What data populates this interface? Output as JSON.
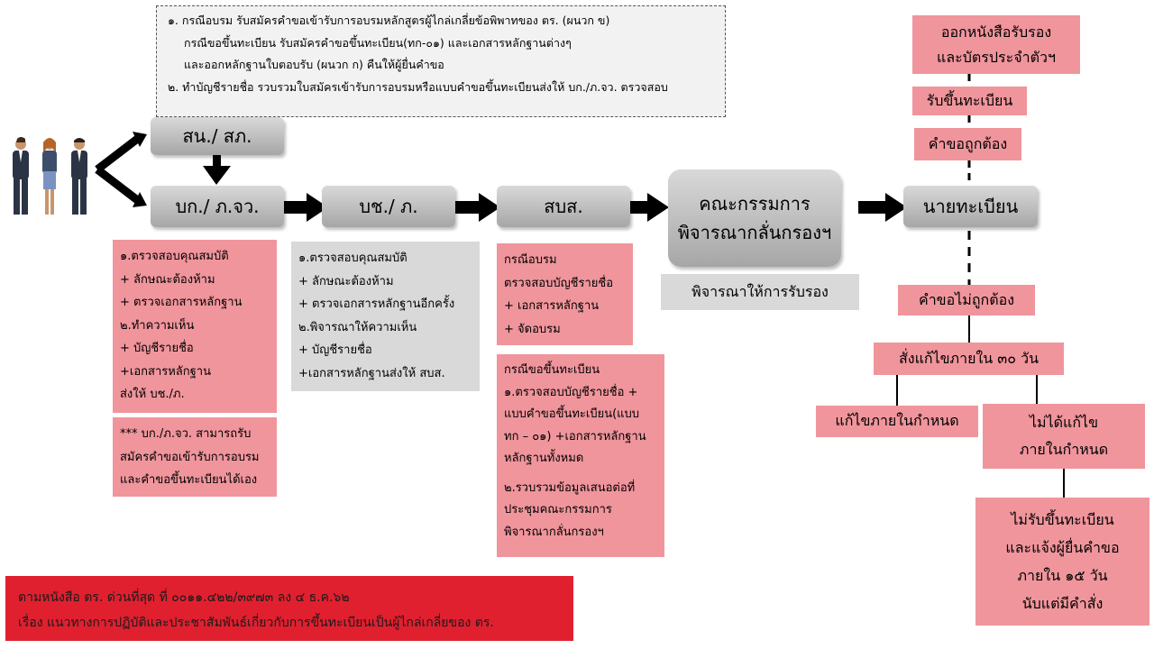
{
  "top_note": {
    "lines": [
      "๑. กรณีอบรม รับสมัครคำขอเข้ารับการอบรมหลักสูตรผู้ไกล่เกลี่ยข้อพิพาทของ ตร. (ผนวก ข)",
      "กรณีขอขึ้นทะเบียน รับสมัครคำขอขึ้นทะเบียน(ทก-๐๑) และเอกสารหลักฐานต่างๆ",
      "และออกหลักฐานใบตอบรับ (ผนวก ก) คืนให้ผู้ยื่นคำขอ",
      "๒. ทำบัญชีรายชื่อ รวบรวมใบสมัครเข้ารับการอบรมหรือแบบคำขอขึ้นทะเบียนส่งให้ บก./ภ.จว. ตรวจสอบ"
    ]
  },
  "nodes": {
    "sn": "สน./ สภ.",
    "bk": "บก./ ภ.จว.",
    "bch": "บช./ ภ.",
    "sbs": "สบส.",
    "committee_line1": "คณะกรรมการ",
    "committee_line2": "พิจารณากลั่นกรองฯ",
    "registrar": "นายทะเบียน"
  },
  "committee_note": "พิจารณาให้การรับรอง",
  "bk_box": {
    "lines": [
      "๑.ตรวจสอบคุณสมบัติ",
      "+ ลักษณะต้องห้าม",
      "+ ตรวจเอกสารหลักฐาน",
      "๒.ทำความเห็น",
      "+ บัญชีรายชื่อ",
      "+เอกสารหลักฐาน",
      "ส่งให้ บช./ภ."
    ]
  },
  "bk_note": {
    "lines": [
      "*** บก./ภ.จว. สามารถรับ",
      "สมัครคำขอเข้ารับการอบรม",
      "และคำขอขึ้นทะเบียนได้เอง"
    ]
  },
  "bch_box": {
    "lines": [
      "๑.ตรวจสอบคุณสมบัติ",
      "+ ลักษณะต้องห้าม",
      "+ ตรวจเอกสารหลักฐานอีกครั้ง",
      "๒.พิจารณาให้ความเห็น",
      "+ บัญชีรายชื่อ",
      "+เอกสารหลักฐานส่งให้ สบส."
    ]
  },
  "sbs_box1": {
    "lines": [
      "กรณีอบรม",
      "ตรวจสอบบัญชีรายชื่อ",
      "+ เอกสารหลักฐาน",
      "+ จัดอบรม"
    ]
  },
  "sbs_box2": {
    "lines": [
      "กรณีขอขึ้นทะเบียน",
      "๑.ตรวจสอบบัญชีรายชื่อ +",
      "แบบคำขอขึ้นทะเบียน(แบบ",
      "ทก – ๐๑) +เอกสารหลักฐาน",
      "หลักฐานทั้งหมด",
      "",
      "๒.รวบรวมข้อมูลเสนอต่อที่",
      "ประชุมคณะกรรมการ",
      "พิจารณากลั่นกรองฯ"
    ]
  },
  "right_flow": {
    "issue_line1": "ออกหนังสือรับรอง",
    "issue_line2": "และบัตรประจำตัวฯ",
    "register": "รับขึ้นทะเบียน",
    "correct": "คำขอถูกต้อง",
    "incorrect": "คำขอไม่ถูกต้อง",
    "fix_order": "สั่งแก้ไขภายใน ๓๐ วัน",
    "fixed": "แก้ไขภายในกำหนด",
    "not_fixed_line1": "ไม่ได้แก้ไข",
    "not_fixed_line2": "ภายในกำหนด",
    "reject_lines": [
      "ไม่รับขึ้นทะเบียน",
      "และแจ้งผู้ยื่นคำขอ",
      "ภายใน ๑๕ วัน",
      "นับแต่มีคำสั่ง"
    ]
  },
  "footer": {
    "line1": "ตามหนังสือ ตร. ด่วนที่สุด ที่ ๐๐๑๑.๔๒๒/๓๙๗๓ ลง ๔ ธ.ค.๖๒",
    "line2": "เรื่อง แนวทางการปฏิบัติและประชาสัมพันธ์เกี่ยวกับการขึ้นทะเบียนเป็นผู้ไกล่เกลี่ยของ ตร."
  },
  "colors": {
    "pink": "#f0959c",
    "gray": "#d9d9d9",
    "red": "#e0202f",
    "arrow": "#000000"
  },
  "icons": [
    "people-icon"
  ]
}
